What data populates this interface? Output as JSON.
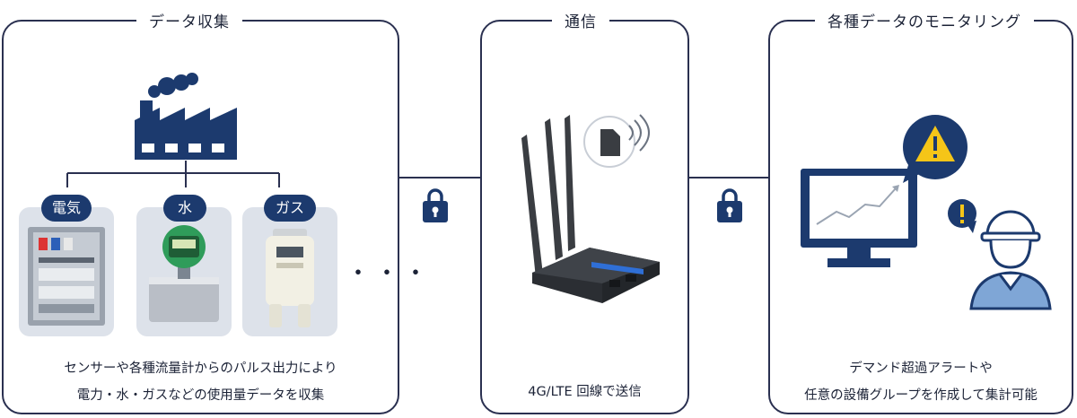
{
  "panels": {
    "collect": {
      "title": "データ収集",
      "categories": [
        "電気",
        "水",
        "ガス"
      ],
      "ellipsis": "・・・",
      "caption_line1": "センサーや各種流量計からのパルス出力により",
      "caption_line2": "電力・水・ガスなどの使用量データを収集"
    },
    "comm": {
      "title": "通信",
      "caption": "4G/LTE 回線で送信"
    },
    "monitor": {
      "title": "各種データのモニタリング",
      "caption_line1": "デマンド超過アラートや",
      "caption_line2": "任意の設備グループを作成して集計可能"
    }
  },
  "colors": {
    "navy": "#1c3a6e",
    "border": "#2a3050",
    "alert_yellow": "#f5c518",
    "tile_bg": "#dde2ea",
    "worker_blue": "#7fa6d6"
  },
  "icons": [
    "factory-icon",
    "electric-panel-icon",
    "water-meter-icon",
    "gas-meter-icon",
    "lock-icon",
    "router-icon",
    "sim-card-icon",
    "monitor-icon",
    "warning-icon",
    "worker-icon"
  ]
}
